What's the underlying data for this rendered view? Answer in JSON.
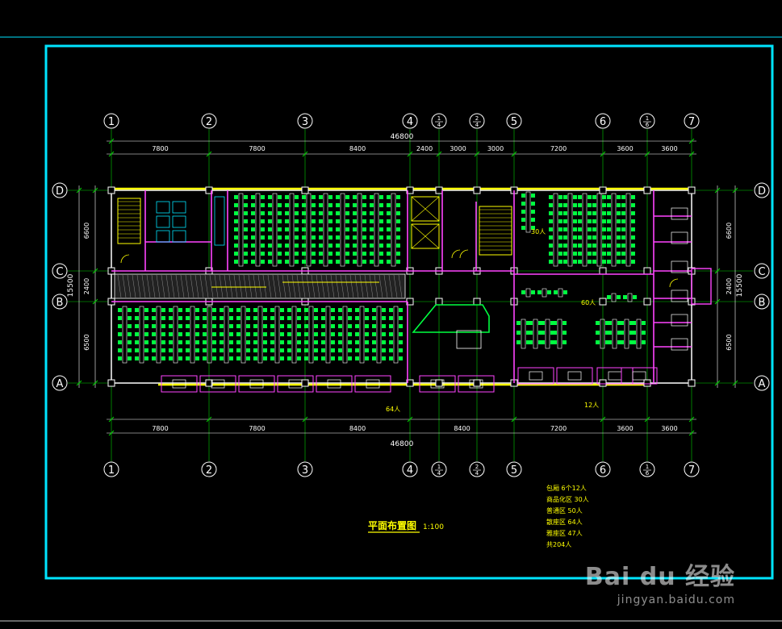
{
  "axis_columns": [
    "1",
    "2",
    "3",
    "4",
    "1/4",
    "2/4",
    "5",
    "6",
    "1/6",
    "7"
  ],
  "axis_rows": [
    "D",
    "C",
    "B",
    "A"
  ],
  "dims_top": [
    "7800",
    "7800",
    "8400",
    "2400",
    "3000",
    "3000",
    "7200",
    "3600",
    "3600"
  ],
  "dims_bottom": [
    "7800",
    "7800",
    "8400",
    "8400",
    "7200",
    "3600",
    "3600"
  ],
  "total_width": "46800",
  "dims_side": [
    "6600",
    "2400",
    "6500"
  ],
  "total_depth": "15500",
  "capacity_labels": [
    "30人",
    "60人",
    "64人",
    "12人"
  ],
  "title": "平面布置图",
  "scale": "1:100",
  "summary": [
    "包厢  6个12人",
    "商品化区  30人",
    "普通区  50人",
    "散座区  64人",
    "雅座区  47人",
    "共204人"
  ],
  "watermark": {
    "logo": "Bai du 经验",
    "url": "jingyan.baidu.com"
  },
  "colors": {
    "frame": "#00e5ff",
    "grid": "#00d000",
    "wall": "#ff44ff",
    "window": "#ffff00",
    "seat": "#00ff40",
    "background": "#000000",
    "line": "#ffffff"
  }
}
